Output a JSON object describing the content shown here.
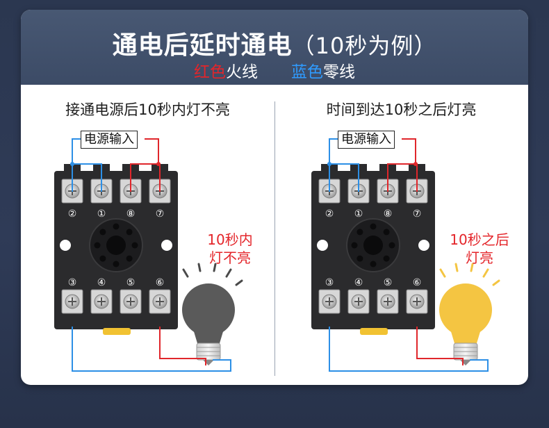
{
  "header": {
    "title": "通电后延时通电",
    "title_suffix": "（10秒为例）",
    "legend_red_label": "红色",
    "legend_red_desc": "火线",
    "legend_blue_label": "蓝色",
    "legend_blue_desc": "零线"
  },
  "panels": [
    {
      "heading": "接通电源后10秒内灯不亮",
      "power_label": "电源输入",
      "top_terminals": [
        "②",
        "①",
        "⑧",
        "⑦"
      ],
      "bottom_terminals": [
        "③",
        "④",
        "⑤",
        "⑥"
      ],
      "note_line1": "10秒内",
      "note_line2": "灯不亮",
      "bulb_state": "off"
    },
    {
      "heading": "时间到达10秒之后灯亮",
      "power_label": "电源输入",
      "top_terminals": [
        "②",
        "①",
        "⑧",
        "⑦"
      ],
      "bottom_terminals": [
        "③",
        "④",
        "⑤",
        "⑥"
      ],
      "note_line1": "10秒之后",
      "note_line2": "灯亮",
      "bulb_state": "on"
    }
  ],
  "colors": {
    "live_wire": "#e0262b",
    "neutral_wire": "#2c8fe6",
    "bulb_off": "#5a5a5a",
    "bulb_on": "#f4c542",
    "socket_body": "#2b2b2d"
  }
}
